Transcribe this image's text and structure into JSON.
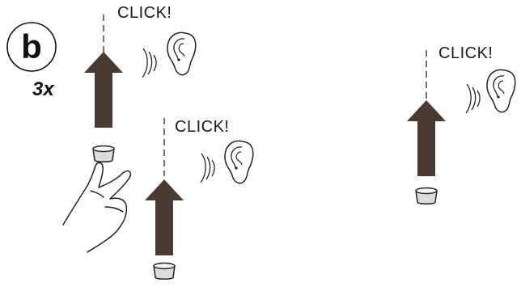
{
  "step": {
    "letter": "b",
    "repeat": "3x"
  },
  "colors": {
    "arrow": "#4a3a30",
    "line": "#222222",
    "cup_fill": "#dcdcdc"
  },
  "icons": [
    "ear-icon",
    "sound-waves-icon",
    "hand-icon",
    "cup-icon",
    "up-arrow-icon"
  ],
  "panels": [
    {
      "sound": "CLICK!"
    },
    {
      "sound": "CLICK!"
    },
    {
      "sound": "CLICK!"
    }
  ]
}
